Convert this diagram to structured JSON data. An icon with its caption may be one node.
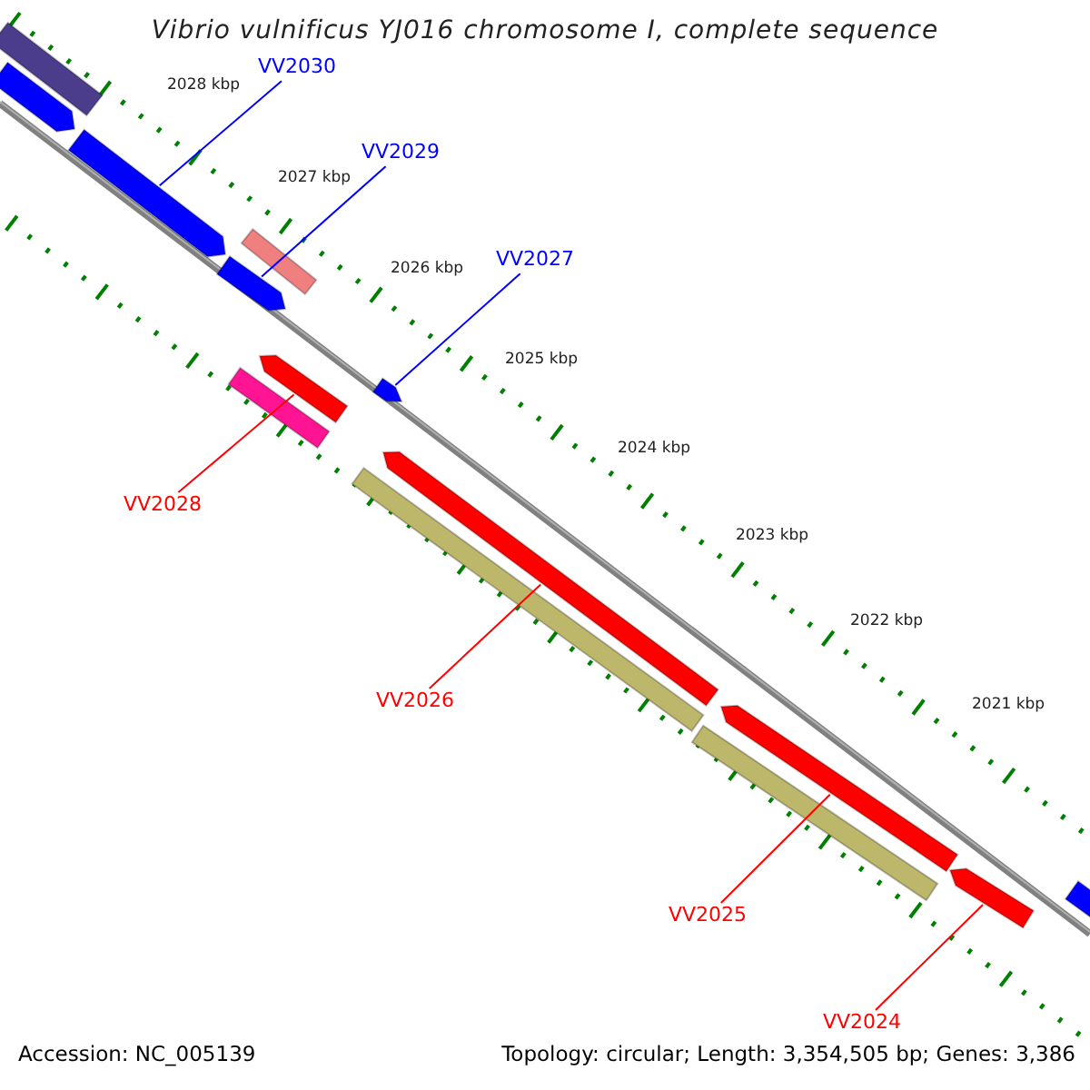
{
  "diagram": {
    "title": "Vibrio vulnificus YJ016 chromosome I, complete sequence",
    "nodes": [
      {
        "text": [
          "VV2030"
        ]
      },
      {
        "text": [
          "VV2029"
        ]
      },
      {
        "text": [
          "VV2027"
        ]
      },
      {
        "text": [
          "VV2028"
        ]
      },
      {
        "text": [
          "VV2026"
        ]
      },
      {
        "text": [
          "VV2025"
        ]
      },
      {
        "text": [
          "VV2024"
        ]
      },
      {
        "text": [],
        "shape": "bar"
      },
      {
        "text": [],
        "shape": "bar"
      },
      {
        "text": [],
        "shape": "bar"
      },
      {
        "text": [],
        "shape": "bar"
      },
      {
        "text": [],
        "shape": "bar"
      },
      {
        "text": [],
        "shape": "bar"
      },
      {
        "text": [],
        "shape": "bar"
      }
    ],
    "edges": [
      {
        "from": 0,
        "to": 7,
        "arrow": "none",
        "color": "#0000ff"
      },
      {
        "from": 1,
        "to": 9,
        "arrow": "none",
        "color": "#0000ff"
      },
      {
        "from": 2,
        "to": 10,
        "arrow": "none",
        "color": "#0000ff"
      },
      {
        "from": 3,
        "to": 8,
        "arrow": "none"
      },
      {
        "from": 4,
        "to": 11,
        "arrow": "none"
      },
      {
        "from": 5,
        "to": 12,
        "arrow": "none"
      },
      {
        "from": 6,
        "to": 13,
        "arrow": "none"
      }
    ],
    "labels": [
      "2028 kbp",
      "2027 kbp",
      "2026 kbp",
      "2025 kbp",
      "2024 kbp",
      "2023 kbp",
      "2022 kbp",
      "2021 kbp",
      "Accession: NC_005139",
      "Topology: circular; Length: 3,354,505 bp; Genes: 3,386"
    ]
  }
}
